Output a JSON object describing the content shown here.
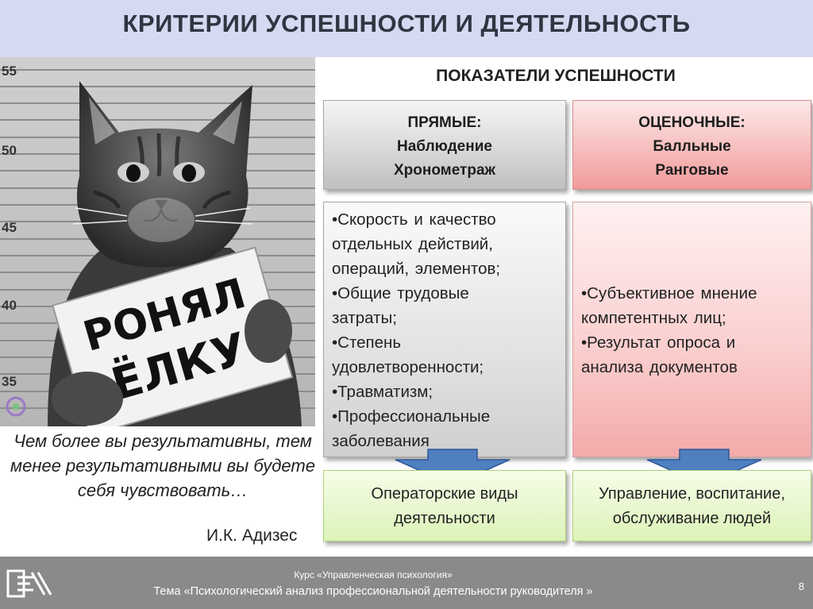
{
  "slide": {
    "title": "КРИТЕРИИ  УСПЕШНОСТИ  И  ДЕЯТЕЛЬНОСТЬ"
  },
  "photo": {
    "height_marks": [
      "55",
      "50",
      "45",
      "40",
      "35"
    ],
    "sign_text_line1": "РОНЯЛ",
    "sign_text_line2": "ЁЛКУ"
  },
  "quote": {
    "text": "Чем  более  вы  результативны, тем  менее  результативными  вы  будете себя  чувствовать…",
    "author": "И.К. Адизес"
  },
  "indicators": {
    "heading": "ПОКАЗАТЕЛИ  УСПЕШНОСТИ",
    "direct": {
      "lines": [
        "ПРЯМЫЕ:",
        "Наблюдение",
        "Хронометраж"
      ],
      "items": [
        "•Скорость  и  качество",
        "отдельных  действий,",
        "операций,  элементов;",
        "•Общие  трудовые",
        "затраты;",
        "•Степень",
        "удовлетворенности;",
        "•Травматизм;",
        "•Профессиональные",
        "заболевания"
      ],
      "result_lines": [
        "Операторские  виды",
        "деятельности"
      ]
    },
    "evaluative": {
      "lines": [
        "ОЦЕНОЧНЫЕ:",
        "Балльные",
        "Ранговые"
      ],
      "items": [
        "•Субъективное  мнение",
        "компетентных  лиц;",
        "•Результат  опроса    и",
        "анализа  документов"
      ],
      "result_lines": [
        "Управление,  воспитание,",
        "обслуживание  людей"
      ]
    }
  },
  "footer": {
    "course": "Курс «Управленческая  психология»",
    "topic": "Тема «Психологический  анализ  профессиональной  деятельности  руководителя »",
    "page_number": "8",
    "logo_icon": "course-logo-icon"
  },
  "colors": {
    "title_bar": "#d4daf1",
    "arrow": "#4f7fbf",
    "footer": "#8a8a8a"
  }
}
